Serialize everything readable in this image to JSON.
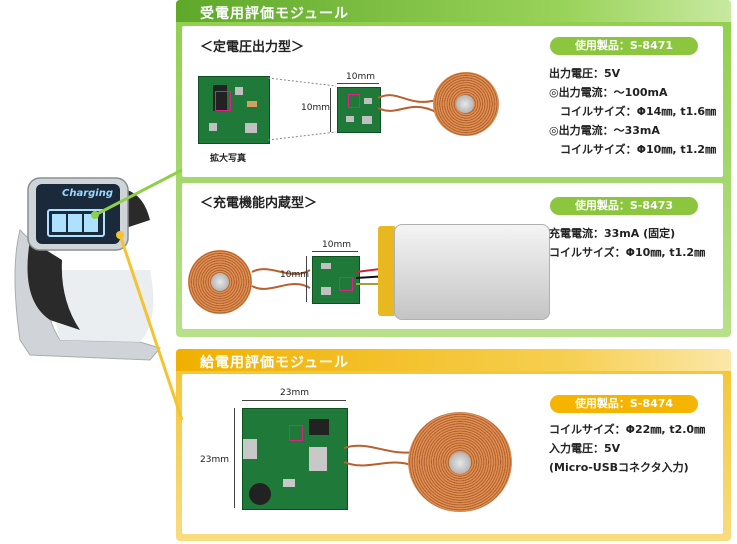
{
  "rx_module": {
    "title": "受電用評価モジュール",
    "cv_section": {
      "title": "＜定電圧出力型＞",
      "caption": "拡大写真",
      "dim_width": "10mm",
      "dim_height": "10mm",
      "product": "使用製品：S-8471",
      "specs": [
        "出力電圧：5V",
        "◎出力電流：～100mA",
        "　コイルサイズ：Φ14㎜, t1.6㎜",
        "◎出力電流：～33mA",
        "　コイルサイズ：Φ10㎜, t1.2㎜"
      ]
    },
    "charge_section": {
      "title": "＜充電機能内蔵型＞",
      "dim_width": "10mm",
      "dim_height": "10mm",
      "product": "使用製品：S-8473",
      "specs": [
        "充電電流：33mA (固定)",
        "コイルサイズ：Φ10㎜, t1.2㎜"
      ]
    }
  },
  "tx_module": {
    "title": "給電用評価モジュール",
    "dim_width": "23mm",
    "dim_height": "23mm",
    "product": "使用製品：S-8474",
    "specs": [
      "コイルサイズ：Φ22㎜, t2.0㎜",
      "入力電圧：5V",
      "(Micro-USBコネクタ入力)"
    ]
  },
  "watch": {
    "screen_text": "Charging"
  },
  "colors": {
    "green_panel": "#8fcf4a",
    "yellow_panel": "#f4c430",
    "pill_green": "#8cc63f",
    "pill_yellow": "#f5b400",
    "highlight": "#e0208a"
  }
}
